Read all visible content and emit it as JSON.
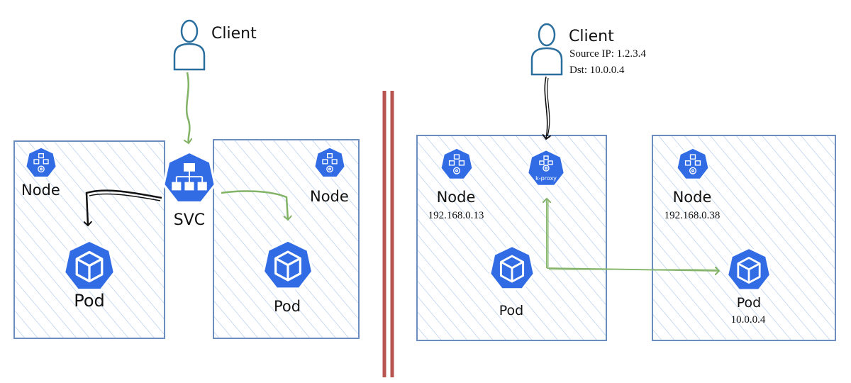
{
  "colors": {
    "k8s_blue": "#326CE5",
    "box_stroke": "#6C8EBF",
    "hatch": "#A9C4EB",
    "client_stroke": "#2A6E9E",
    "green_arrow": "#82B366",
    "black_arrow": "#111111",
    "divider": "#B85450"
  },
  "left": {
    "client": {
      "label": "Client",
      "icon": "user-icon"
    },
    "node_left": {
      "label": "Node",
      "icon": "k8s-node-icon"
    },
    "node_right": {
      "label": "Node",
      "icon": "k8s-node-icon"
    },
    "svc": {
      "label": "SVC",
      "icon": "k8s-svc-icon"
    },
    "pod_left": {
      "label": "Pod",
      "icon": "k8s-pod-icon"
    },
    "pod_right": {
      "label": "Pod",
      "icon": "k8s-pod-icon"
    }
  },
  "right": {
    "client": {
      "label": "Client",
      "source_ip": "Source IP: 1.2.3.4",
      "dst": "Dst: 10.0.0.4",
      "icon": "user-icon"
    },
    "kproxy": {
      "label": "k-proxy",
      "icon": "k8s-kproxy-icon"
    },
    "node_left": {
      "label": "Node",
      "ip": "192.168.0.13",
      "icon": "k8s-node-icon"
    },
    "node_right": {
      "label": "Node",
      "ip": "192.168.0.38",
      "icon": "k8s-node-icon"
    },
    "pod_left": {
      "label": "Pod",
      "icon": "k8s-pod-icon"
    },
    "pod_right": {
      "label": "Pod",
      "ip": "10.0.0.4",
      "icon": "k8s-pod-icon"
    }
  }
}
